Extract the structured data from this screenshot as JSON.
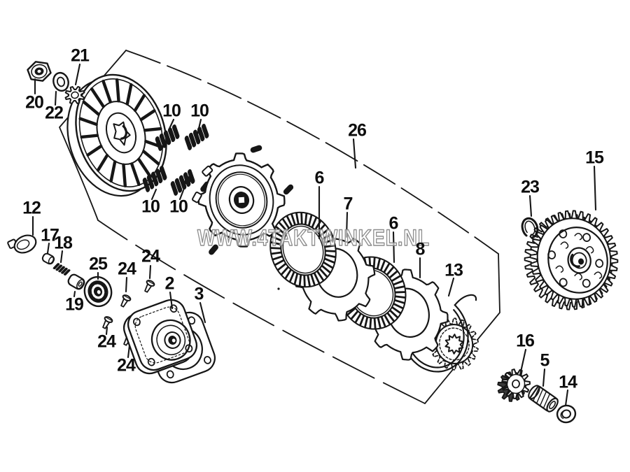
{
  "watermark": {
    "text": "WWW.4TAKTWINKEL.NL"
  },
  "callouts": {
    "n2": "2",
    "n3": "3",
    "n5": "5",
    "n6": "6",
    "n7": "7",
    "n8": "8",
    "n10": "10",
    "n12": "12",
    "n13": "13",
    "n14": "14",
    "n15": "15",
    "n16": "16",
    "n17": "17",
    "n18": "18",
    "n19": "19",
    "n20": "20",
    "n21": "21",
    "n22": "22",
    "n23": "23",
    "n24": "24",
    "n25": "25",
    "n26": "26"
  }
}
